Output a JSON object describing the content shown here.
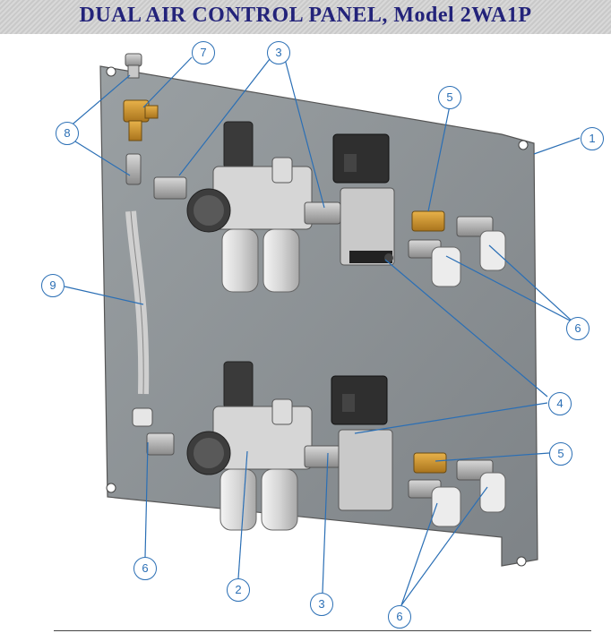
{
  "title": "DUAL  AIR CONTROL PANEL, Model  2WA1P",
  "callouts": [
    "1",
    "2",
    "3",
    "4",
    "5",
    "6",
    "7",
    "8",
    "9"
  ],
  "colors": {
    "title_text": "#23237a",
    "title_bg": "#d0d0d0",
    "callout": "#2b6fb5",
    "panel": "#8d9295"
  }
}
